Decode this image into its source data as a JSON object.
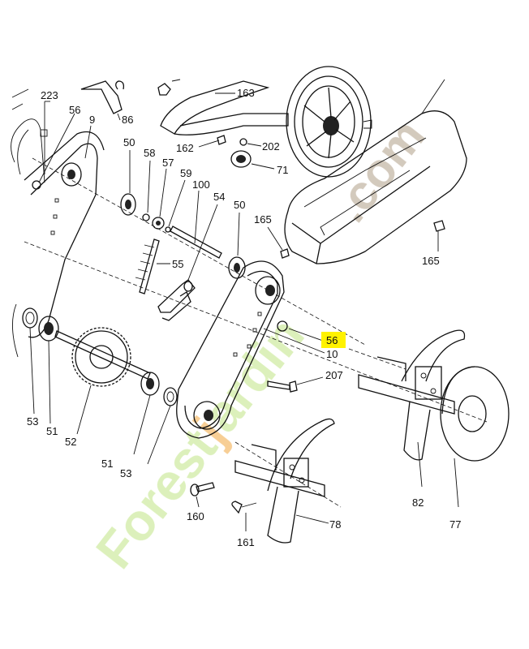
{
  "diagram": {
    "labels": {
      "p223": "223",
      "p56a": "56",
      "p9": "9",
      "p86": "86",
      "p163": "163",
      "p162": "162",
      "p202": "202",
      "p71": "71",
      "p50a": "50",
      "p58": "58",
      "p57": "57",
      "p59": "59",
      "p100": "100",
      "p54": "54",
      "p50b": "50",
      "p165a": "165",
      "p165b": "165",
      "p55": "55",
      "p56b": "56",
      "p10": "10",
      "p207": "207",
      "p53a": "53",
      "p51a": "51",
      "p52": "52",
      "p51b": "51",
      "p53b": "53",
      "p160": "160",
      "p161": "161",
      "p78": "78",
      "p82": "82",
      "p77": "77"
    },
    "highlight_color": "#fff200",
    "watermark": {
      "text_green": "Forest",
      "text_orange": "j",
      "text_green2": "ardin",
      "text_gray": ".com",
      "color_green": "#d9efb4",
      "color_orange": "#f7c98a",
      "color_gray": "#cfc4b6"
    }
  }
}
